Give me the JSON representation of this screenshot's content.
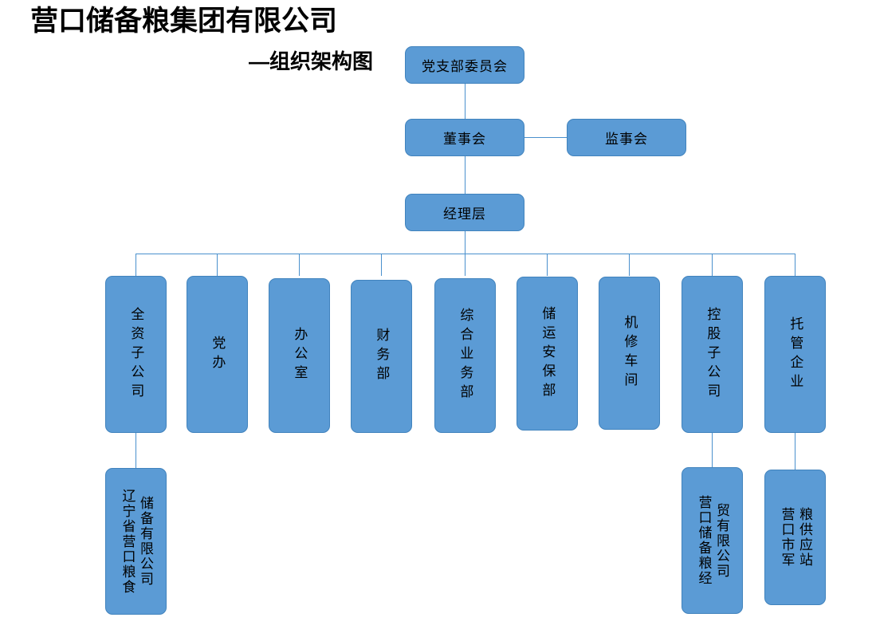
{
  "header": {
    "company_title": "营口储备粮集团有限公司",
    "chart_subtitle": "—组织架构图"
  },
  "theme": {
    "node_fill": "#5b9bd5",
    "node_border": "#4183bd",
    "connector_color": "#4a90cd",
    "text_color": "#000000",
    "background": "#ffffff"
  },
  "chart_data": {
    "type": "diagram",
    "diagram_kind": "org-chart",
    "title": "营口储备粮集团有限公司",
    "subtitle": "—组织架构图",
    "nodes": {
      "party_committee": {
        "label": "党支部委员会",
        "level": 0
      },
      "board_of_directors": {
        "label": "董事会",
        "level": 1
      },
      "board_of_supervisors": {
        "label": "监事会",
        "level": 1
      },
      "management": {
        "label": "经理层",
        "level": 2
      }
    },
    "departments": [
      {
        "id": "wholly-owned-subsidiary",
        "label": "全资子公司"
      },
      {
        "id": "party-office",
        "label": "党办"
      },
      {
        "id": "general-office",
        "label": "办公室"
      },
      {
        "id": "finance-department",
        "label": "财务部"
      },
      {
        "id": "integrated-business",
        "label": "综合业务部"
      },
      {
        "id": "storage-security",
        "label": "储运安保部"
      },
      {
        "id": "machine-repair-shop",
        "label": "机修车间"
      },
      {
        "id": "holding-subsidiary",
        "label": "控股子公司"
      },
      {
        "id": "trusteeship-enterprise",
        "label": "托管企业"
      }
    ],
    "subsidiaries": [
      {
        "id": "liaoning-yingkou-grain-reserve",
        "parent": "wholly-owned-subsidiary",
        "label": "储备有限公司\n辽宁省营口粮食"
      },
      {
        "id": "yingkou-grain-reserve-trade",
        "parent": "holding-subsidiary",
        "label": "贸有限公司\n营口储备粮经"
      },
      {
        "id": "yingkou-military-grain-station",
        "parent": "trusteeship-enterprise",
        "label": "粮供应站\n营口市军"
      }
    ],
    "edges": [
      [
        "party_committee",
        "board_of_directors"
      ],
      [
        "board_of_directors",
        "board_of_supervisors"
      ],
      [
        "board_of_directors",
        "management"
      ],
      [
        "management",
        "wholly-owned-subsidiary"
      ],
      [
        "management",
        "party-office"
      ],
      [
        "management",
        "general-office"
      ],
      [
        "management",
        "finance-department"
      ],
      [
        "management",
        "integrated-business"
      ],
      [
        "management",
        "storage-security"
      ],
      [
        "management",
        "machine-repair-shop"
      ],
      [
        "management",
        "holding-subsidiary"
      ],
      [
        "management",
        "trusteeship-enterprise"
      ],
      [
        "wholly-owned-subsidiary",
        "liaoning-yingkou-grain-reserve"
      ],
      [
        "holding-subsidiary",
        "yingkou-grain-reserve-trade"
      ],
      [
        "trusteeship-enterprise",
        "yingkou-military-grain-station"
      ]
    ]
  }
}
